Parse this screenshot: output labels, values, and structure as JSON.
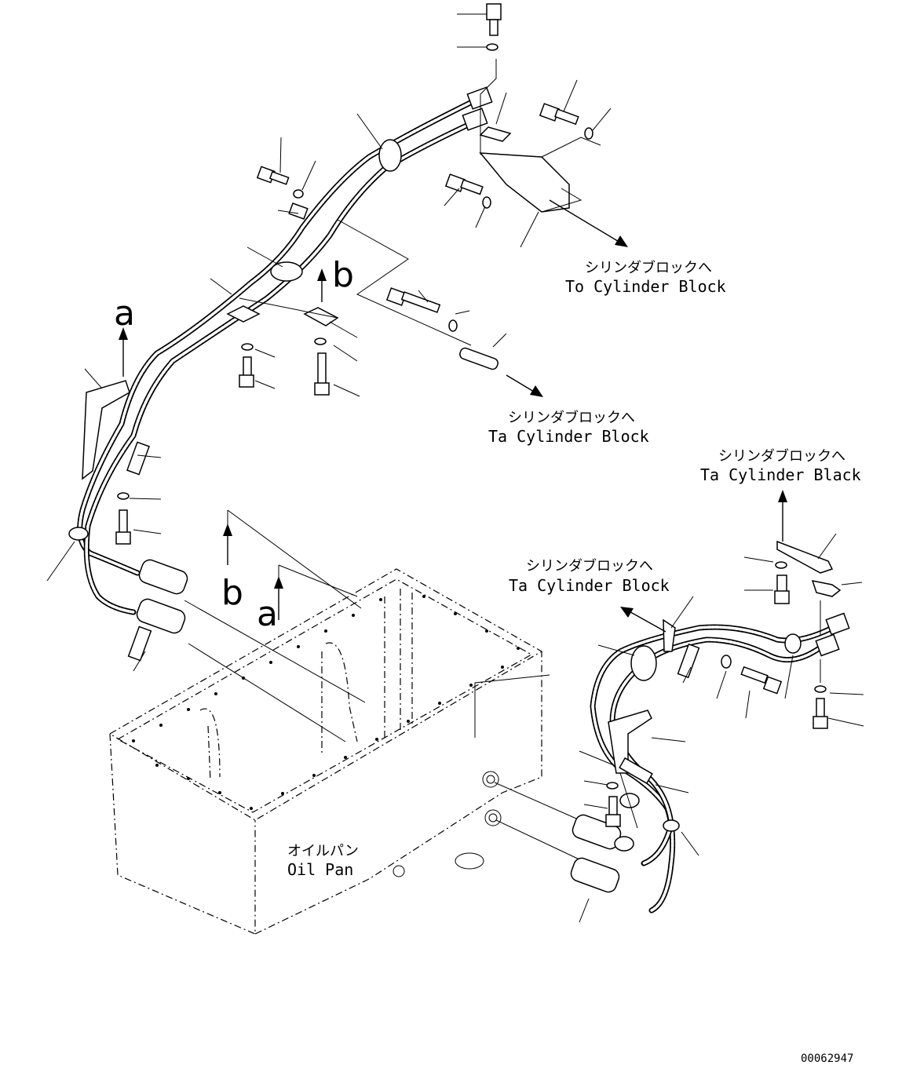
{
  "labels": {
    "cyl_block_1": {
      "jp": "シリンダブロックへ",
      "en": "To Cylinder Block"
    },
    "cyl_block_2": {
      "jp": "シリンダブロックへ",
      "en": "Ta Cylinder Block"
    },
    "cyl_block_3": {
      "jp": "シリンダブロックへ",
      "en": "Ta Cylinder Black"
    },
    "cyl_block_4": {
      "jp": "シリンダブロックへ",
      "en": "Ta Cylinder Block"
    },
    "oil_pan": {
      "jp": "オイルパン",
      "en": "Oil Pan"
    }
  },
  "view_markers": {
    "a": "a",
    "b": "b"
  },
  "drawing_number": "00062947"
}
